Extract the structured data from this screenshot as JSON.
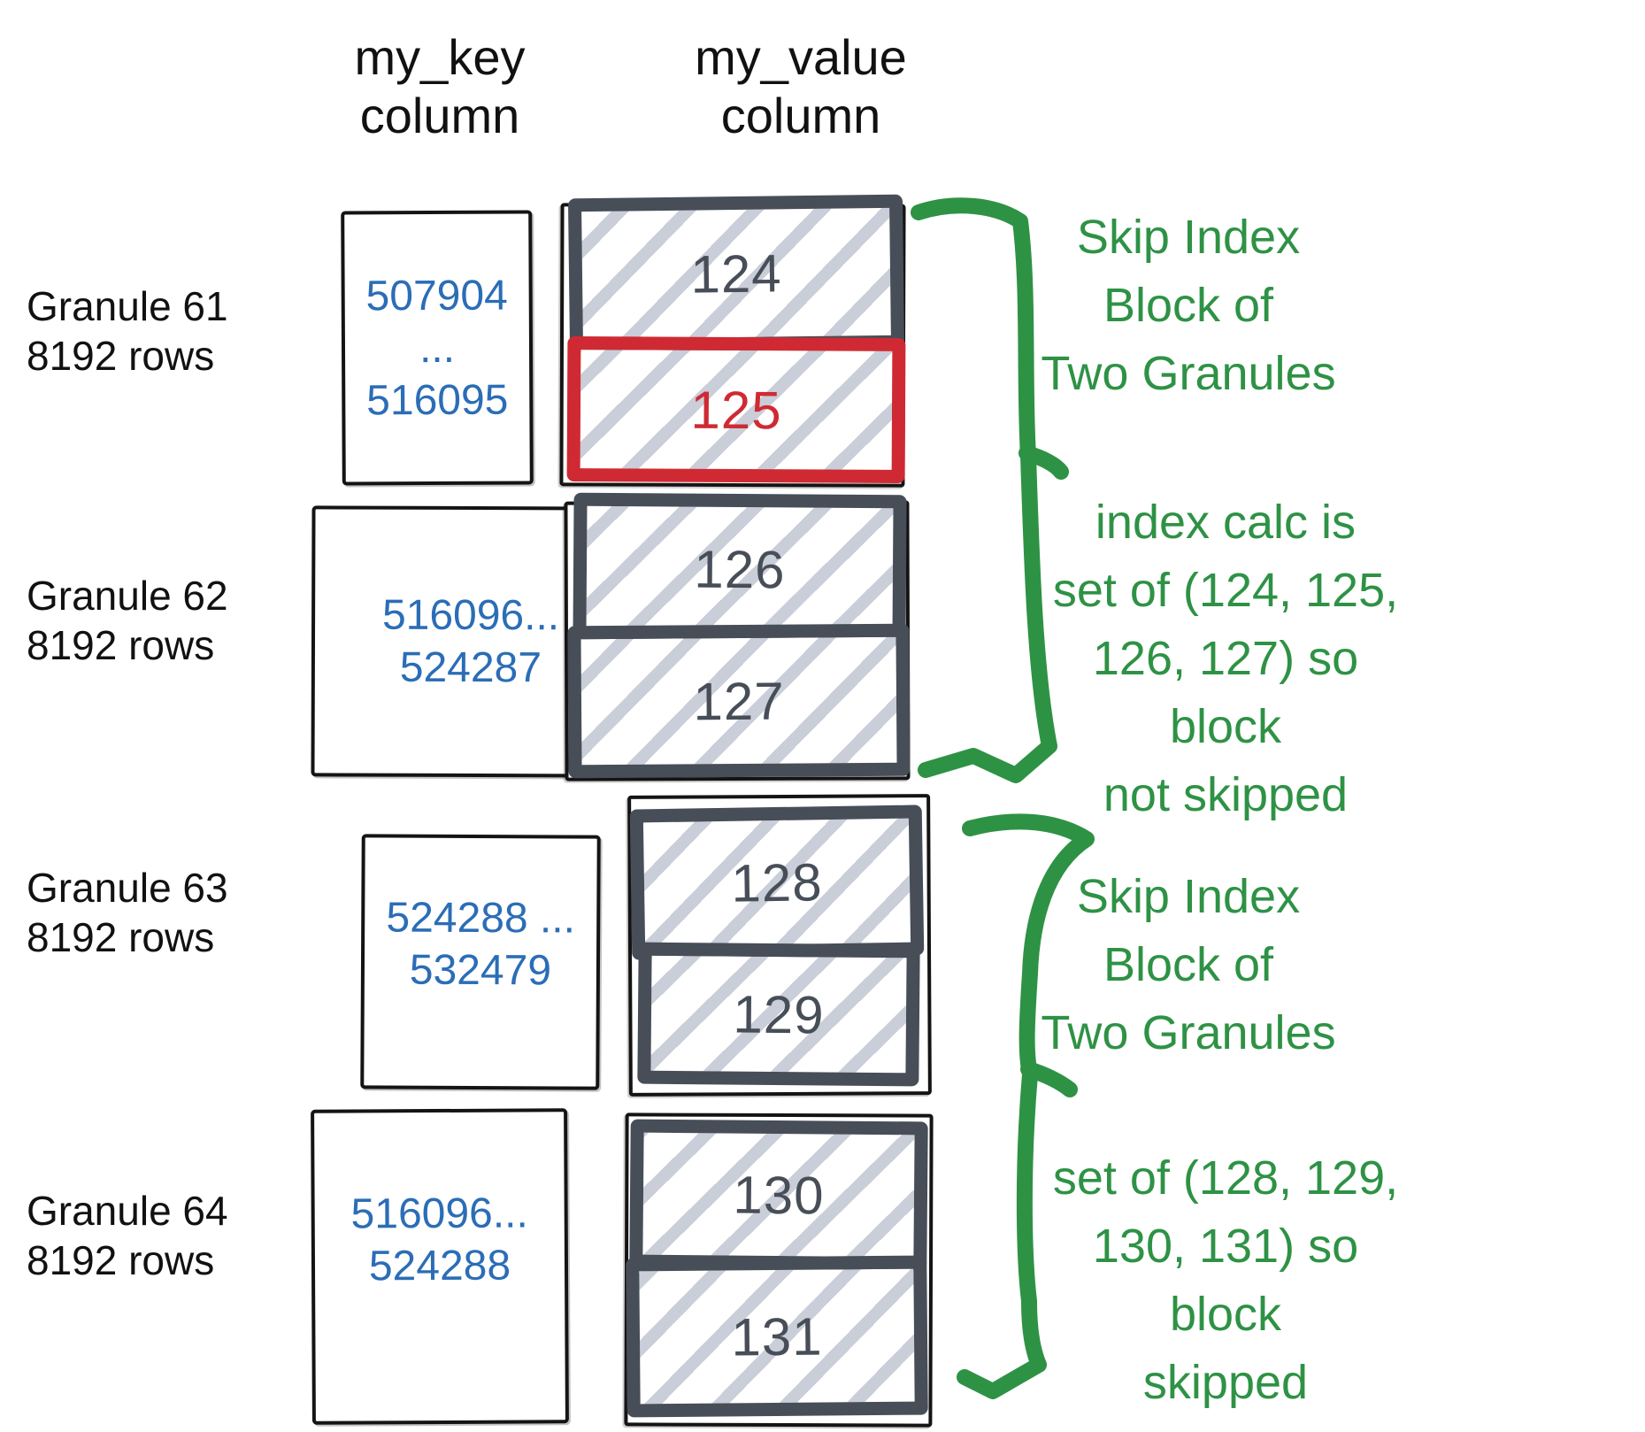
{
  "colors": {
    "green": "#2e9245",
    "blue": "#2b6db6",
    "red": "#cf2a33",
    "slate": "#474e58",
    "hatch": "#c9ced9",
    "outline_black": "#141414"
  },
  "headers": {
    "key": [
      "my_key",
      "column"
    ],
    "value": [
      "my_value",
      "column"
    ]
  },
  "granules": [
    {
      "name": "Granule 61",
      "rows": "8192 rows",
      "key_range": [
        "507904 ...",
        "516095"
      ],
      "blocks": [
        {
          "num": "124",
          "highlight": false
        },
        {
          "num": "125",
          "highlight": true
        }
      ]
    },
    {
      "name": "Granule 62",
      "rows": "8192 rows",
      "key_range": [
        "516096...",
        "524287"
      ],
      "blocks": [
        {
          "num": "126",
          "highlight": false
        },
        {
          "num": "127",
          "highlight": false
        }
      ]
    },
    {
      "name": "Granule 63",
      "rows": "8192 rows",
      "key_range": [
        "524288 ...",
        "532479"
      ],
      "blocks": [
        {
          "num": "128",
          "highlight": false
        },
        {
          "num": "129",
          "highlight": false
        }
      ]
    },
    {
      "name": "Granule 64",
      "rows": "8192 rows",
      "key_range": [
        "516096...",
        "524288"
      ],
      "blocks": [
        {
          "num": "130",
          "highlight": false
        },
        {
          "num": "131",
          "highlight": false
        }
      ]
    }
  ],
  "annotations": [
    {
      "lines": [
        "Skip Index",
        "Block of",
        "Two Granules"
      ]
    },
    {
      "lines": [
        "index calc is",
        "set of (124, 125,",
        "126, 127) so block",
        "not skipped"
      ]
    },
    {
      "lines": [
        "Skip Index",
        "Block of",
        "Two Granules"
      ]
    },
    {
      "lines": [
        "set of (128, 129,",
        "130, 131) so block",
        "skipped"
      ]
    }
  ]
}
